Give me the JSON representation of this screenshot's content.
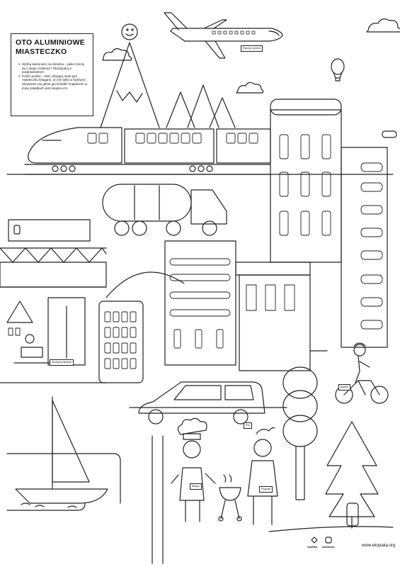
{
  "title_lines": [
    "OTO ALUMINIOWE",
    "MIASTECZKO"
  ],
  "intro_items": [
    "Wyfruj aluminium na obrazku – jakie rzeczy są z niego zrobione? Sfotografuj a podpowiedzieć!",
    "Policz puszki – ilość dziejący sow! tym miasteczku kilogami, on nie tylko w lodówce, ukrywanie nie gdzie gie kształt? znajdziesz w innej zakątkach jest miejsca ich."
  ],
  "labels": {
    "plane_tag": "Ręczny pomóż",
    "shop_tag": "Słodycze/sklepik",
    "cyclist_tag": "Bartek",
    "car_tag": "Pol",
    "chef_tag": "Marka",
    "woman_tag": "Pogoda"
  },
  "footer": {
    "url": "www.ekopaka.org",
    "logo_left": "ekoPaka",
    "logo_right": "Aluminium"
  },
  "colors": {
    "line": "#222222",
    "accent": "#e33333"
  }
}
